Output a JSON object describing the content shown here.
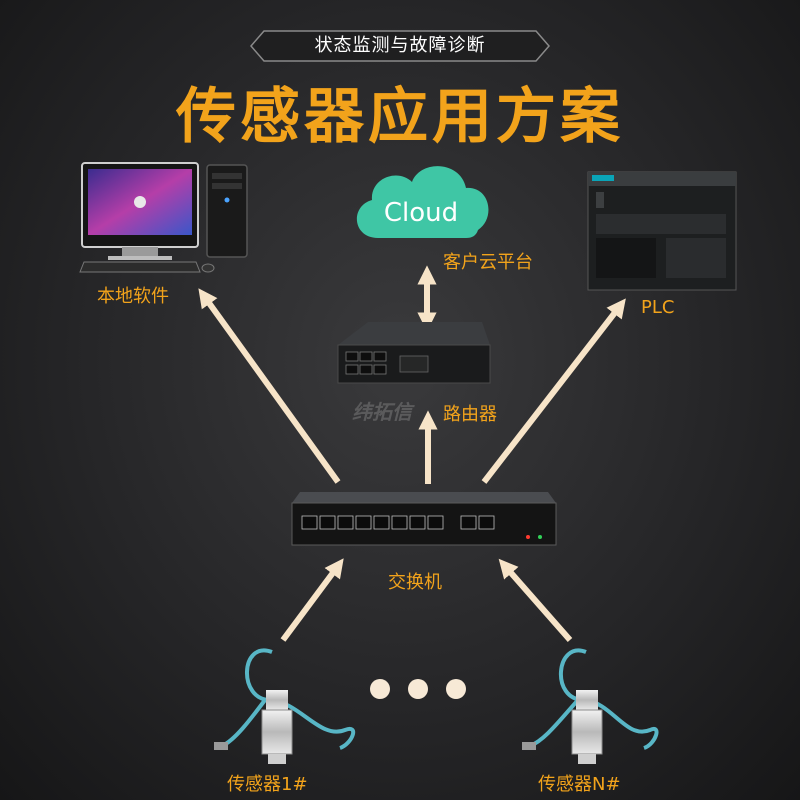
{
  "header": {
    "subtitle": "状态监测与故障诊断",
    "title": "传感器应用方案"
  },
  "nodes": {
    "local_software": "本地软件",
    "cloud_badge": "Cloud",
    "cloud_platform": "客户云平台",
    "plc": "PLC",
    "router": "路由器",
    "switch": "交换机",
    "sensor_first": "传感器1#",
    "sensor_last": "传感器N#"
  },
  "watermark": "纬拓信",
  "colors": {
    "title": "#f2a31b",
    "arrow": "#f7e4c8",
    "cloud": "#3fc6a5",
    "background": "#2b2b2d"
  },
  "icons": [
    "desktop-computer-icon",
    "cloud-icon",
    "plc-icon",
    "router-icon",
    "switch-icon",
    "sensor-icon"
  ]
}
